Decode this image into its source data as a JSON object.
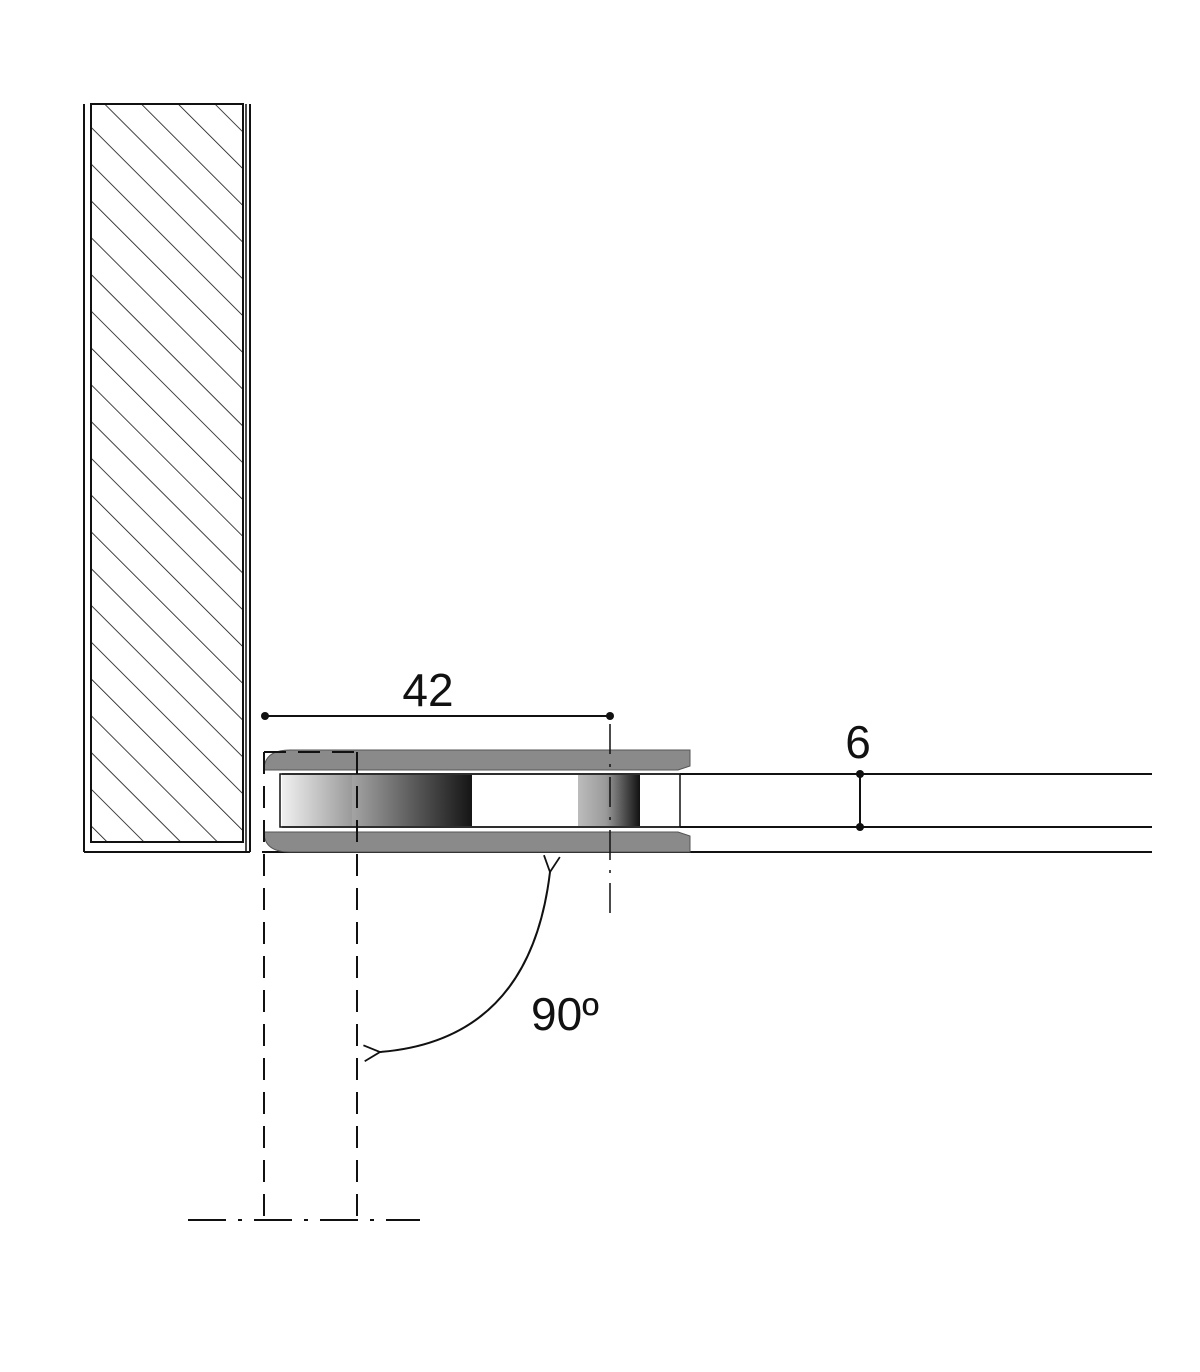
{
  "dimensions": {
    "clamp_length": "42",
    "glass_thickness": "6",
    "rotation_angle": "90º"
  }
}
